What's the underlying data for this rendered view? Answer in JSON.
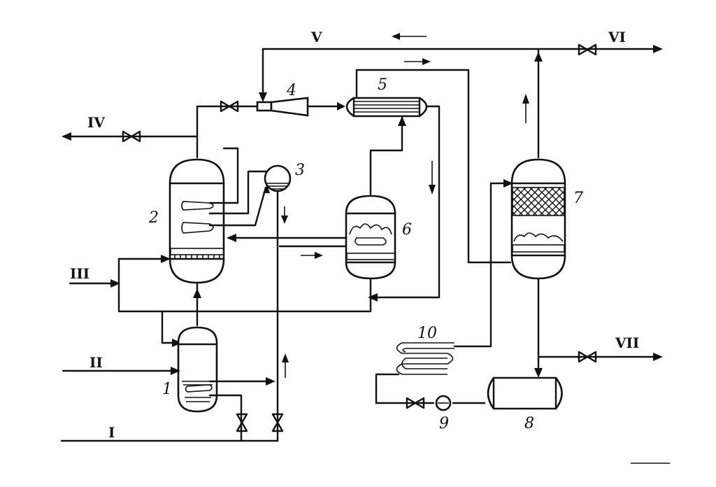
{
  "labels": {
    "n1": "1",
    "n2": "2",
    "n3": "3",
    "n4": "4",
    "n5": "5",
    "n6": "6",
    "n7": "7",
    "n8": "8",
    "n9": "9",
    "n10": "10",
    "r1": "I",
    "r2": "II",
    "r3": "III",
    "r4": "IV",
    "r5": "V",
    "r6": "VI",
    "r7": "VII"
  }
}
